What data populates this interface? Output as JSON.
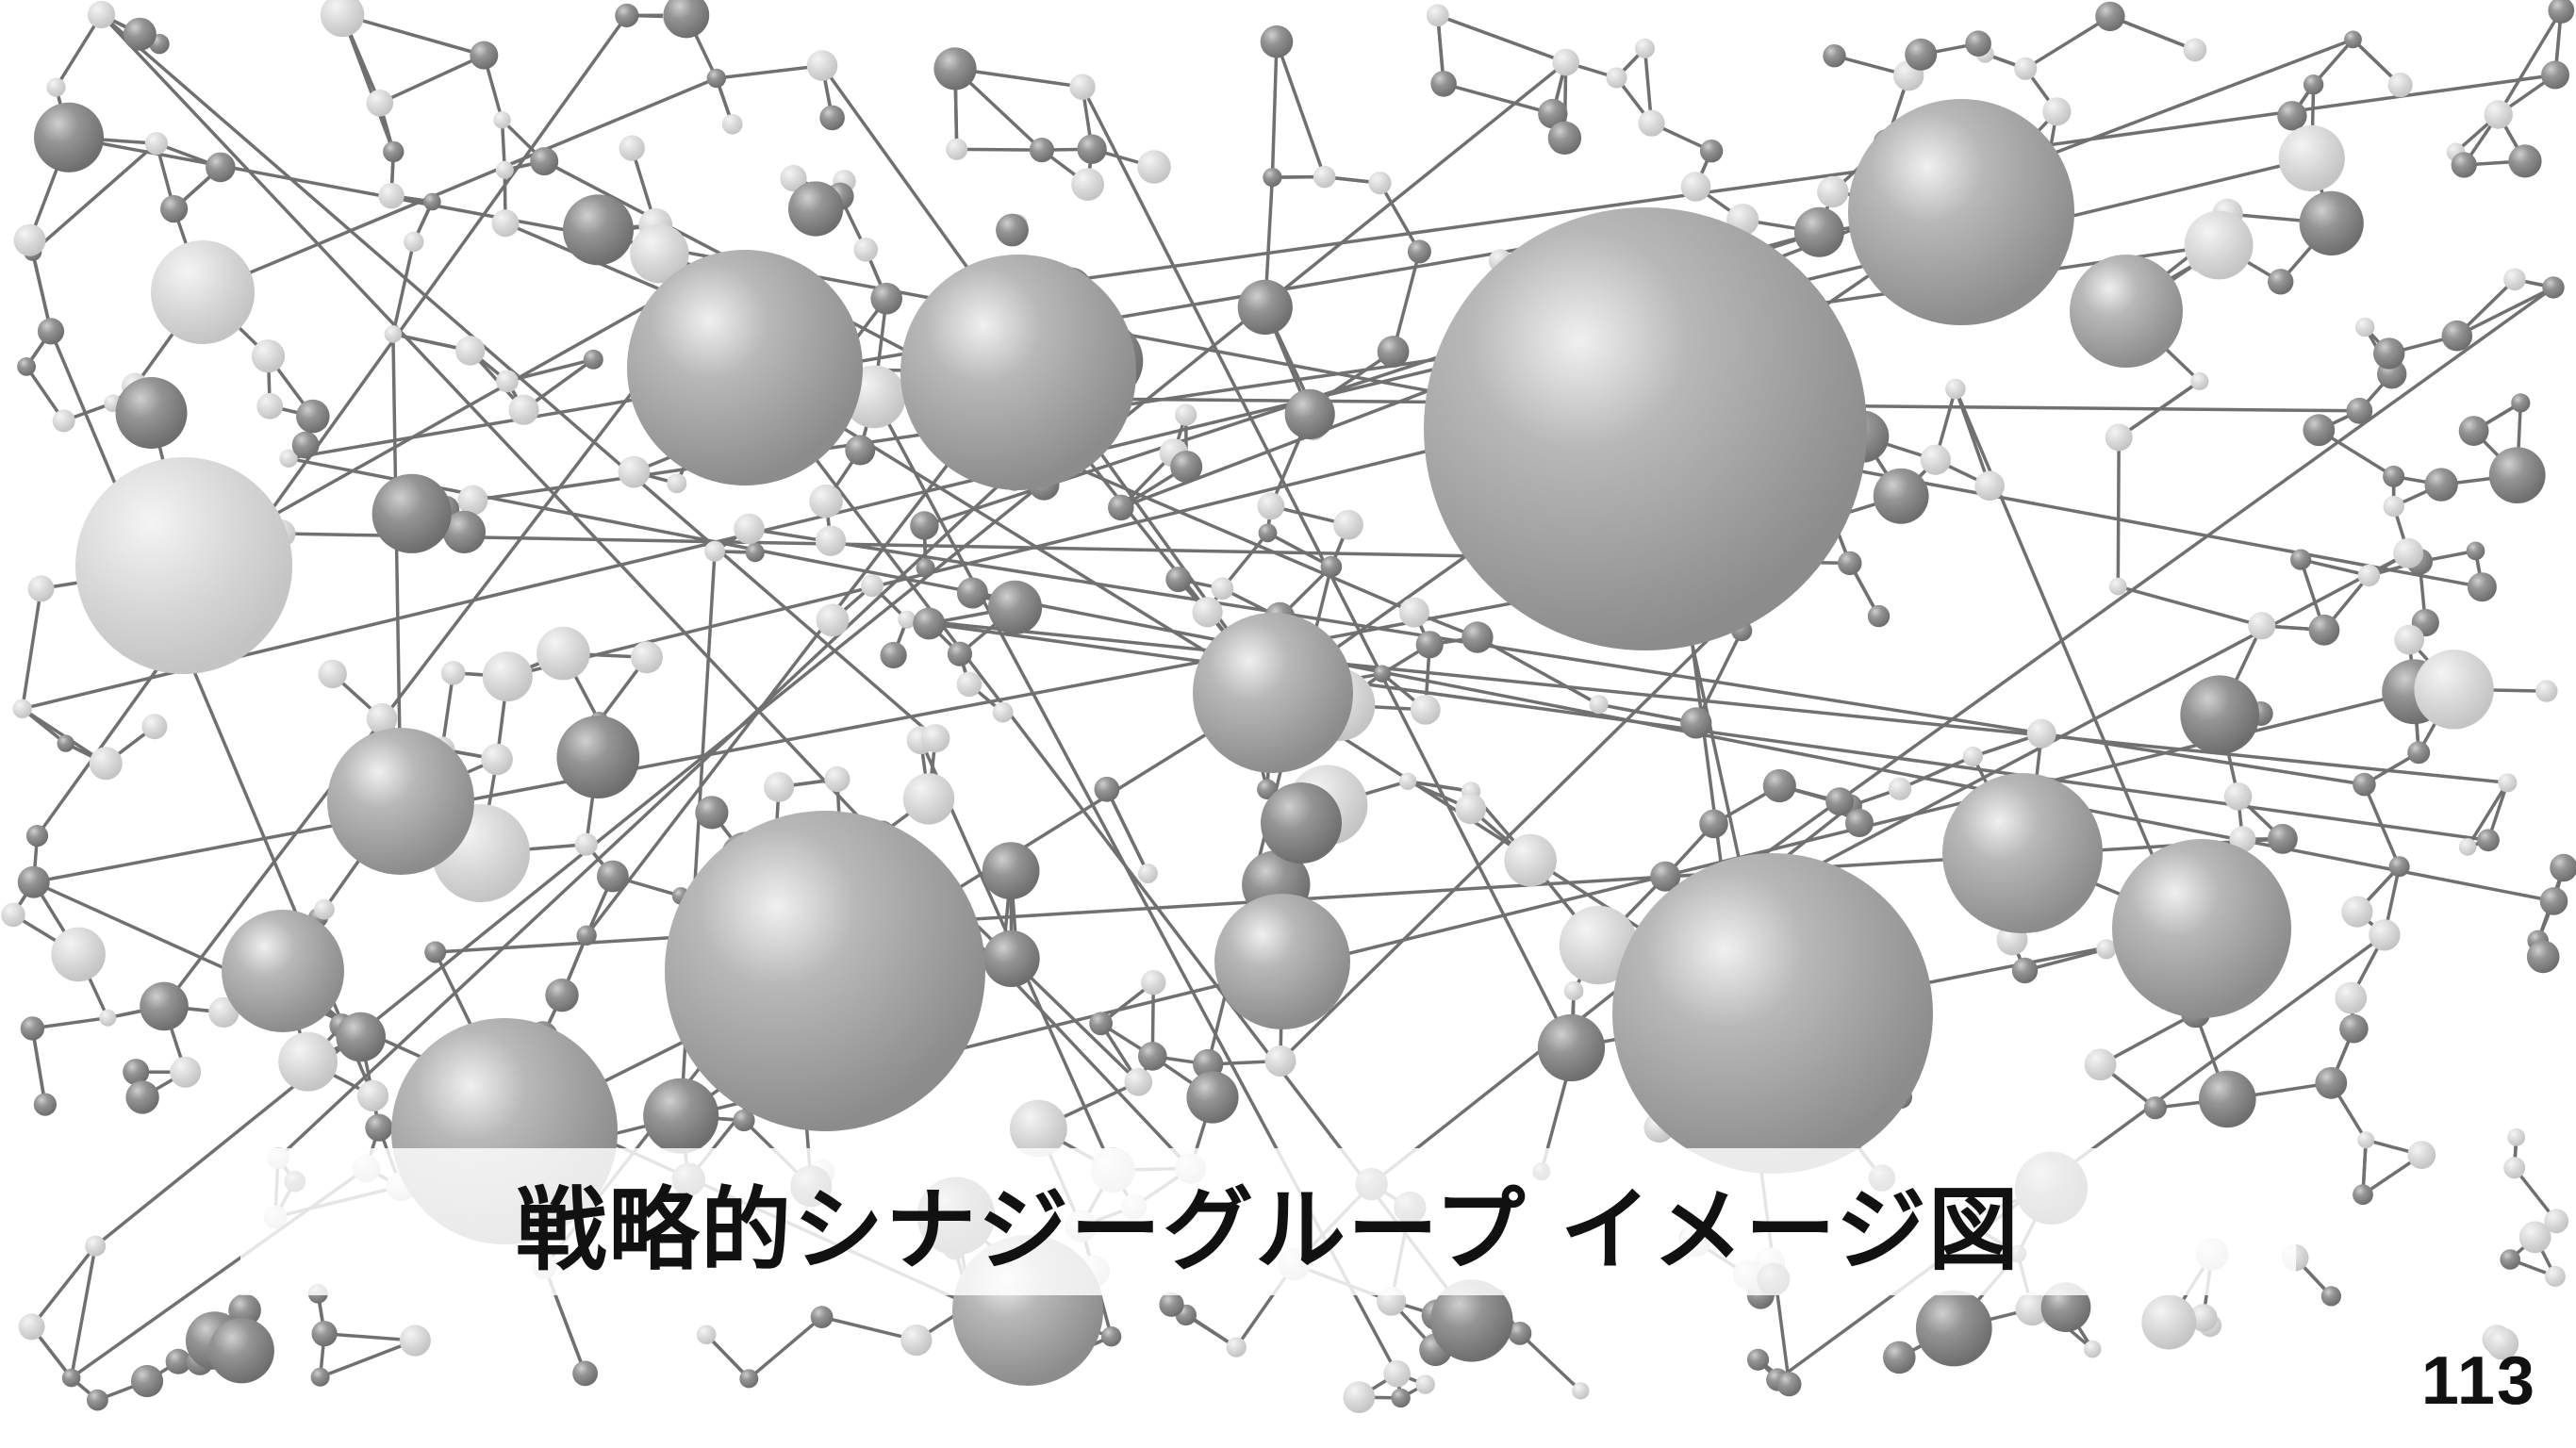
{
  "slide": {
    "caption": "戦略的シナジーグループ イメージ図",
    "page_number": "113"
  },
  "illustration": {
    "subject": "molecular network of connected spheres",
    "sphere_color": "#9a9a9a",
    "line_color": "#6f6f6f"
  }
}
